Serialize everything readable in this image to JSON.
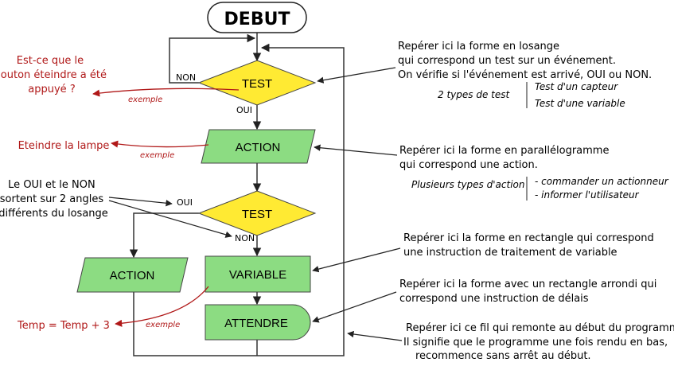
{
  "flowchart": {
    "start": "DEBUT",
    "test1": "TEST",
    "test1_no": "NON",
    "test1_yes": "OUI",
    "action1": "ACTION",
    "test2": "TEST",
    "test2_yes": "OUI",
    "test2_no": "NON",
    "action2": "ACTION",
    "variable": "VARIABLE",
    "wait": "ATTENDRE"
  },
  "examples": {
    "test_question": [
      "Est-ce que le",
      "Bouton éteindre a été",
      "appuyé ?"
    ],
    "test_tag": "exemple",
    "action_text": "Eteindre la lampe",
    "action_tag": "exemple",
    "variable_text": "Temp = Temp + 3",
    "variable_tag": "exemple"
  },
  "notes": {
    "oui_non": [
      "Le OUI et le NON",
      "sortent sur 2 angles",
      "différents du losange"
    ],
    "test_shape": [
      "Repérer ici la forme en losange",
      "qui correspond un test sur un événement.",
      "On vérifie si l'événement est arrivé, OUI ou NON."
    ],
    "test_types_label": "2 types de test",
    "test_types": [
      "Test d'un capteur",
      "Test d'une variable"
    ],
    "action_shape": [
      "Repérer ici la forme en parallélogramme",
      "qui correspond une action."
    ],
    "action_types_label": "Plusieurs types d'action",
    "action_types": [
      "- commander un actionneur",
      "- informer l'utilisateur"
    ],
    "variable_shape": [
      "Repérer ici la forme en rectangle qui correspond",
      "une instruction de traitement de variable"
    ],
    "wait_shape": [
      "Repérer ici la forme avec un rectangle arrondi qui",
      "correspond une instruction de délais"
    ],
    "loop_wire": [
      "Repérer ici ce fil qui remonte au début du programme.",
      "Il signifie que le programme une fois rendu en bas,",
      "recommence sans arrêt au début."
    ]
  },
  "colors": {
    "decision": "#ffea33",
    "process": "#8cdc82",
    "example_text": "#b01818",
    "line": "#333333"
  }
}
